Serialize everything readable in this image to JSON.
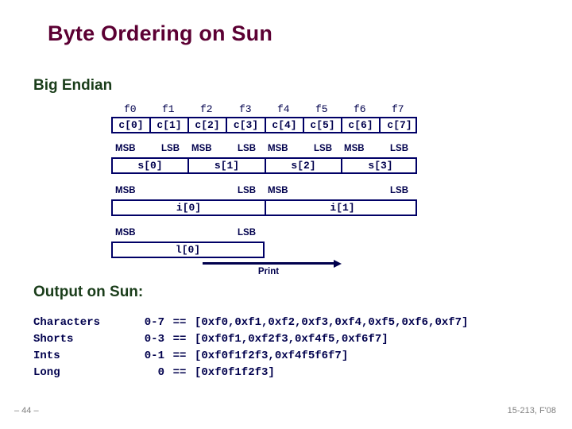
{
  "slide": {
    "title": "Byte Ordering on Sun"
  },
  "sections": {
    "big_endian_heading": "Big Endian",
    "output_heading": "Output on Sun:"
  },
  "diagram": {
    "byte_offsets": [
      "f0",
      "f1",
      "f2",
      "f3",
      "f4",
      "f5",
      "f6",
      "f7"
    ],
    "chars": [
      "c[0]",
      "c[1]",
      "c[2]",
      "c[3]",
      "c[4]",
      "c[5]",
      "c[6]",
      "c[7]"
    ],
    "short_endian_labels": [
      "MSB",
      "LSB",
      "MSB",
      "LSB",
      "MSB",
      "LSB",
      "MSB",
      "LSB"
    ],
    "shorts": [
      "s[0]",
      "s[1]",
      "s[2]",
      "s[3]"
    ],
    "int_endian_labels": [
      "MSB",
      "LSB",
      "MSB",
      "LSB"
    ],
    "ints": [
      "i[0]",
      "i[1]"
    ],
    "long_endian_labels": [
      "MSB",
      "LSB"
    ],
    "longs": [
      "l[0]"
    ],
    "print_label": "Print"
  },
  "output": {
    "rows": [
      {
        "label": "Characters",
        "range": "0-7",
        "eq": "==",
        "value": "[0xf0,0xf1,0xf2,0xf3,0xf4,0xf5,0xf6,0xf7]"
      },
      {
        "label": "Shorts",
        "range": "0-3",
        "eq": "==",
        "value": "[0xf0f1,0xf2f3,0xf4f5,0xf6f7]"
      },
      {
        "label": "Ints",
        "range": "0-1",
        "eq": "==",
        "value": "[0xf0f1f2f3,0xf4f5f6f7]"
      },
      {
        "label": "Long",
        "range": "0",
        "eq": "==",
        "value": "[0xf0f1f2f3]"
      }
    ]
  },
  "footer": {
    "page": "– 44 –",
    "course": "15-213, F'08"
  },
  "colors": {
    "title": "#5c0033",
    "heading": "#1a3d1a",
    "navy": "#00004d",
    "border": "#000066",
    "footer": "#808080"
  }
}
